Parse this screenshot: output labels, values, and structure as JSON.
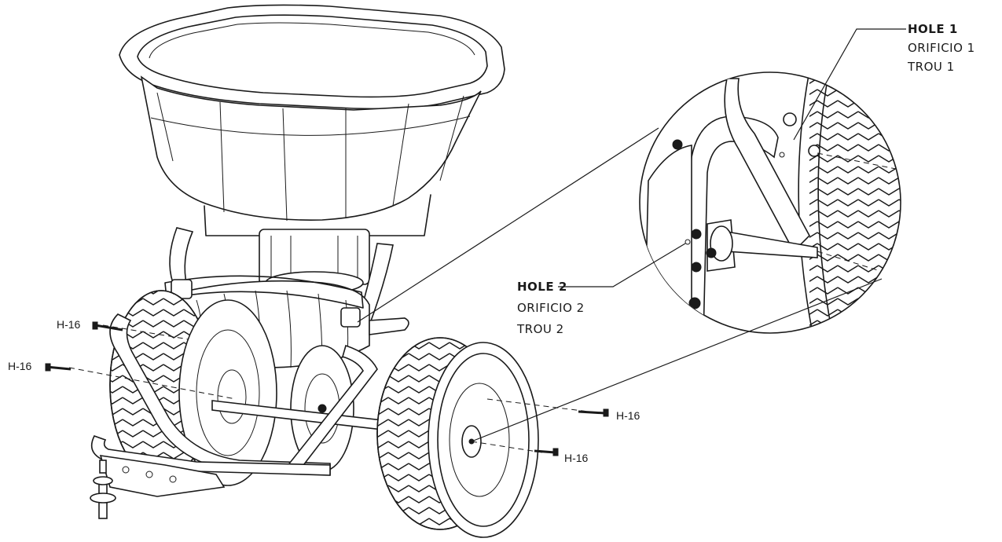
{
  "callouts": {
    "hole1": {
      "title": "HOLE 1",
      "es": "ORIFICIO 1",
      "fr": "TROU 1"
    },
    "hole2": {
      "title": "HOLE 2",
      "es": "ORIFICIO 2",
      "fr": "TROU 2"
    }
  },
  "hardware": {
    "bolt_left_upper": "H-16",
    "bolt_left_lower": "H-16",
    "bolt_right_upper": "H-16",
    "bolt_right_lower": "H-16"
  }
}
